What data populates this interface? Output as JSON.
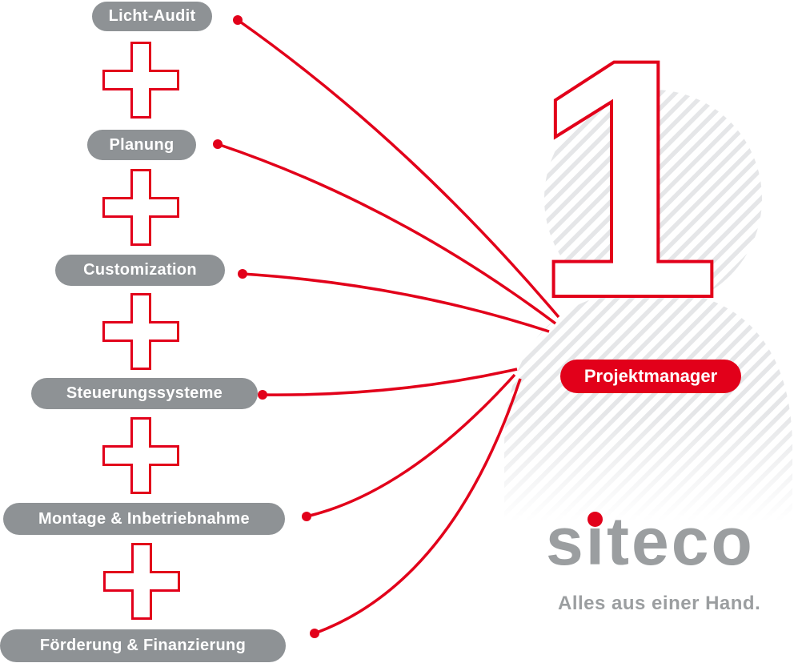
{
  "diagram": {
    "services": [
      {
        "label": "Licht-Audit"
      },
      {
        "label": "Planung"
      },
      {
        "label": "Customization"
      },
      {
        "label": "Steuerungssysteme"
      },
      {
        "label": "Montage & Inbetriebnahme"
      },
      {
        "label": "Förderung & Finanzierung"
      }
    ],
    "person": {
      "number": "1",
      "badge": "Projektmanager"
    },
    "brand": {
      "logo_text": "siteco",
      "tagline": "Alles aus einer Hand."
    },
    "icons": {
      "connector": "plus-icon",
      "logo_dot": "red-dot-icon"
    },
    "colors": {
      "accent_red": "#e2001a",
      "pill_gray": "#8e9295",
      "stripe_gray": "#e5e6e8",
      "brand_gray": "#9b9ea0",
      "text_white": "#ffffff"
    }
  }
}
